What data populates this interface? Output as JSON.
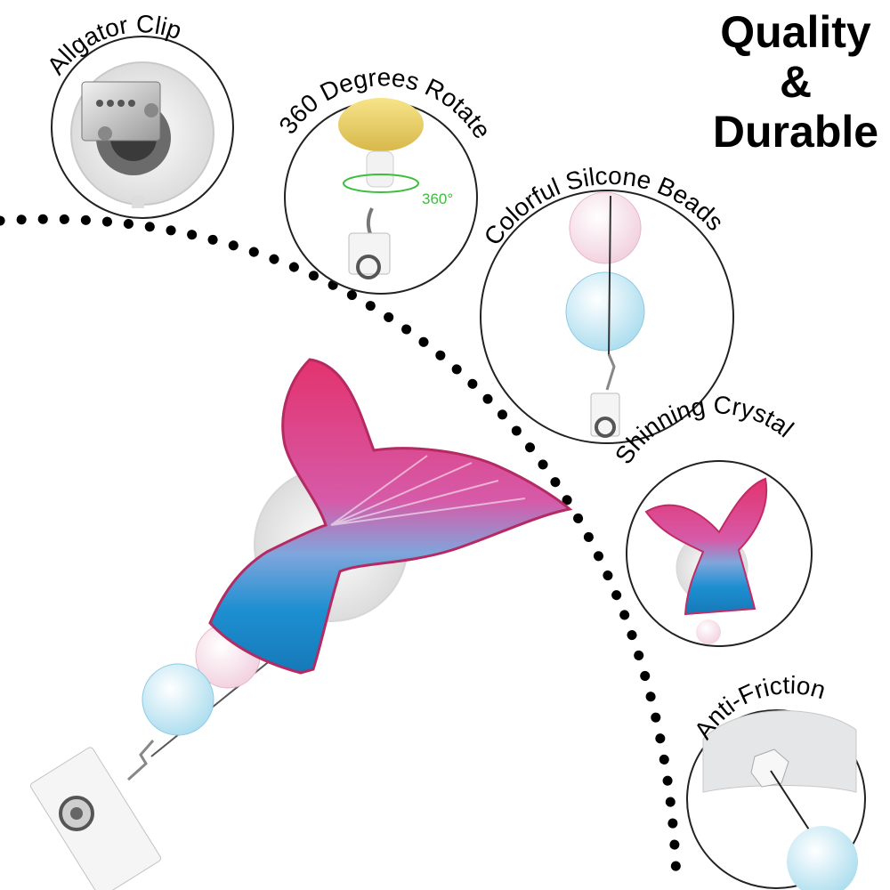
{
  "headline": {
    "line1": "Quality",
    "line2": "&",
    "line3": "Durable"
  },
  "features": [
    {
      "label": "Allgator Clip"
    },
    {
      "label": "360 Degrees Rotate",
      "rotation_badge": "360°"
    },
    {
      "label": "Colorful Silcone Beads"
    },
    {
      "label": "Shinning Crystal"
    },
    {
      "label": "Anti-Friction"
    }
  ],
  "colors": {
    "tail_pink": "#e3336e",
    "tail_magenta": "#d65aa8",
    "tail_blue": "#1d8fd1",
    "bead_pink": "#f4dbe6",
    "bead_blue": "#bfe6f2",
    "badge_green": "#3bbf3b",
    "dots": "#000000"
  }
}
